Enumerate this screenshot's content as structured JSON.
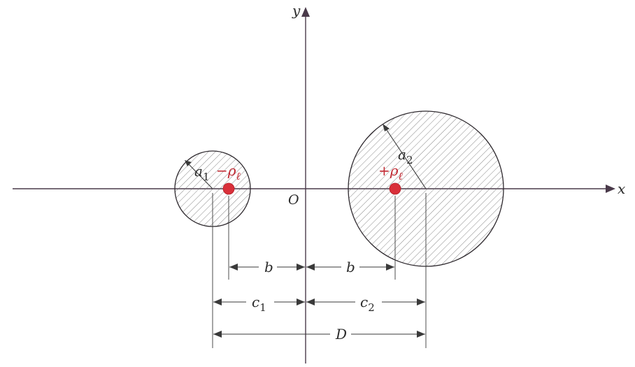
{
  "axes": {
    "x_label": "x",
    "y_label": "y",
    "origin_label": "O"
  },
  "left_cylinder": {
    "radius_label": "a",
    "radius_subscript": "1",
    "charge_sign": "−",
    "charge_symbol": "ρ",
    "charge_subscript": "ℓ"
  },
  "right_cylinder": {
    "radius_label": "a",
    "radius_subscript": "2",
    "charge_sign": "+",
    "charge_symbol": "ρ",
    "charge_subscript": "ℓ"
  },
  "dimensions": {
    "b_left": "b",
    "b_right": "b",
    "c1_label": "c",
    "c1_subscript": "1",
    "c2_label": "c",
    "c2_subscript": "2",
    "D_label": "D"
  },
  "colors": {
    "charge": "#d9303a",
    "line": "#3a3a3a"
  }
}
